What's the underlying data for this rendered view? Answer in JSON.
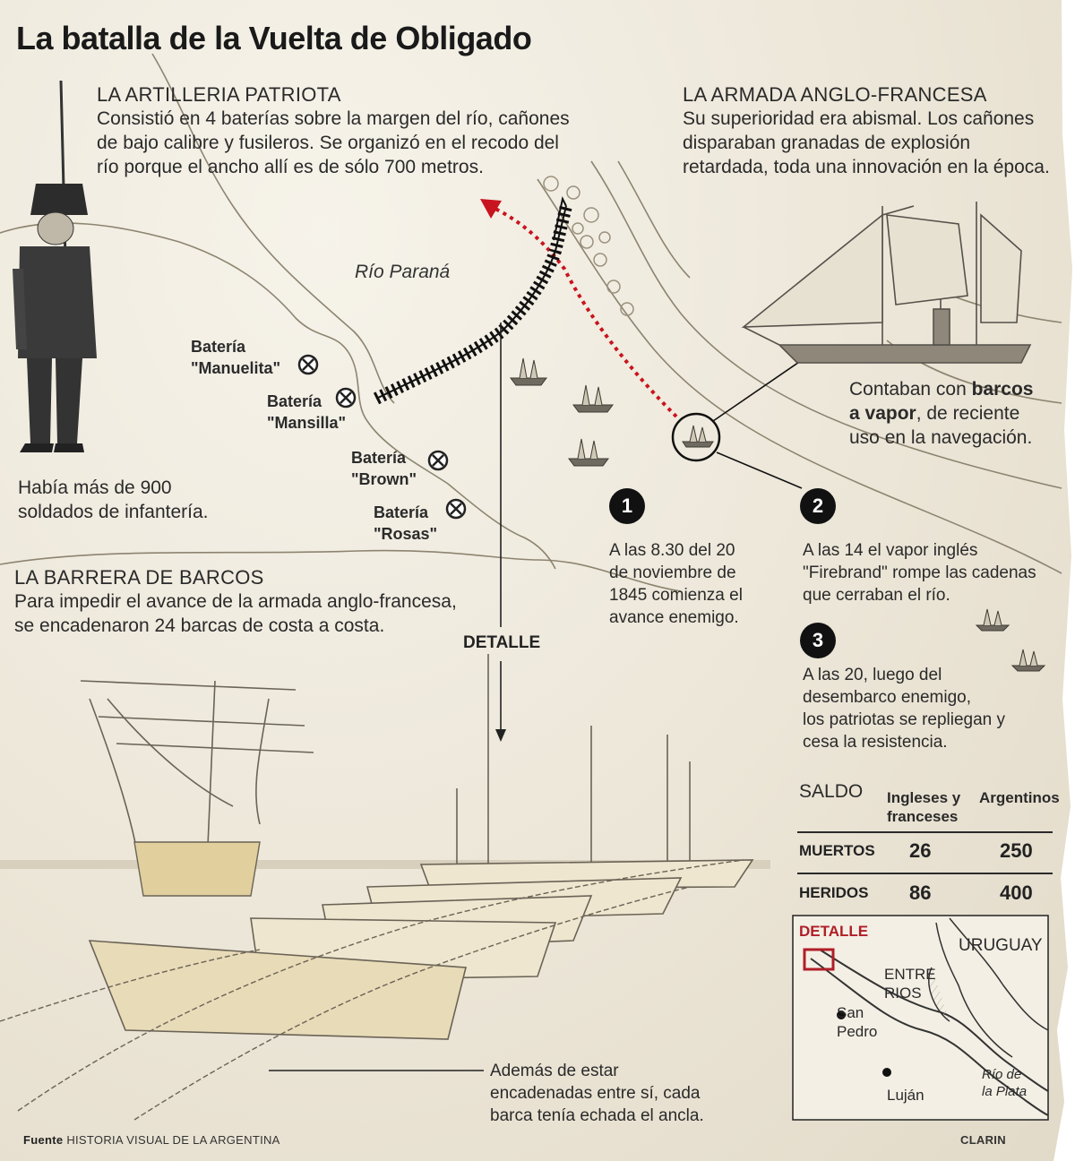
{
  "title": "La batalla de la Vuelta de Obligado",
  "artilleria": {
    "heading": "LA ARTILLERIA PATRIOTA",
    "lines": [
      "Consistió en 4 baterías sobre la margen del río, cañones",
      "de bajo calibre y fusileros. Se organizó en el recodo del",
      "río porque el ancho allí es de sólo 700 metros."
    ]
  },
  "armada": {
    "heading": "LA ARMADA ANGLO-FRANCESA",
    "lines": [
      "Su superioridad era abismal. Los cañones",
      "disparaban granadas de explosión",
      "retardada, toda una innovación en la época."
    ]
  },
  "river_label": "Río Paraná",
  "baterias": [
    {
      "name": "Batería",
      "quoted": "\"Manuelita\""
    },
    {
      "name": "Batería",
      "quoted": "\"Mansilla\""
    },
    {
      "name": "Batería",
      "quoted": "\"Brown\""
    },
    {
      "name": "Batería",
      "quoted": "\"Rosas\""
    }
  ],
  "soldados": [
    "Había más de 900",
    "soldados de infantería."
  ],
  "vapor": {
    "line1_pre": "Contaban con ",
    "line1_bold": "barcos",
    "line2_bold": "a vapor",
    "line2_post": ", de reciente",
    "line3": "uso en la navegación."
  },
  "steps": [
    {
      "number": "1",
      "lines": [
        "A las 8.30 del 20",
        "de noviembre de",
        "1845 comienza el",
        "avance enemigo."
      ]
    },
    {
      "number": "2",
      "lines": [
        "A las 14 el vapor inglés",
        "\"Firebrand\" rompe las cadenas",
        "que cerraban el río."
      ]
    },
    {
      "number": "3",
      "lines": [
        "A las 20, luego del",
        "desembarco enemigo,",
        "los patriotas se repliegan y",
        "cesa la resistencia."
      ]
    }
  ],
  "barrera": {
    "heading": "LA BARRERA DE BARCOS",
    "lines": [
      "Para impedir el avance de la armada anglo-francesa,",
      "se encadenaron 24 barcas de costa a costa."
    ]
  },
  "detalle_label": "DETALLE",
  "saldo": {
    "heading": "SALDO",
    "col1": [
      "Ingleses y",
      "franceses"
    ],
    "col2": "Argentinos",
    "rows": [
      {
        "label": "MUERTOS",
        "a": "26",
        "b": "250"
      },
      {
        "label": "HERIDOS",
        "a": "86",
        "b": "400"
      }
    ]
  },
  "inset": {
    "detalle": "DETALLE",
    "uruguay": "URUGUAY",
    "entre_rios": [
      "ENTRE",
      "RIOS"
    ],
    "san_pedro": [
      "San",
      "Pedro"
    ],
    "lujan": "Luján",
    "rio_plata": [
      "Río de",
      "la Plata"
    ]
  },
  "ancla": [
    "Además de estar",
    "encadenadas entre sí, cada",
    "barca tenía echada el ancla."
  ],
  "footer": {
    "fuente_bold": "Fuente",
    "fuente_text": " HISTORIA VISUAL DE LA ARGENTINA",
    "credit": "CLARIN"
  },
  "colors": {
    "red_route": "#c8141e",
    "ink": "#1e1e1e",
    "paper": "#efe9dc"
  }
}
